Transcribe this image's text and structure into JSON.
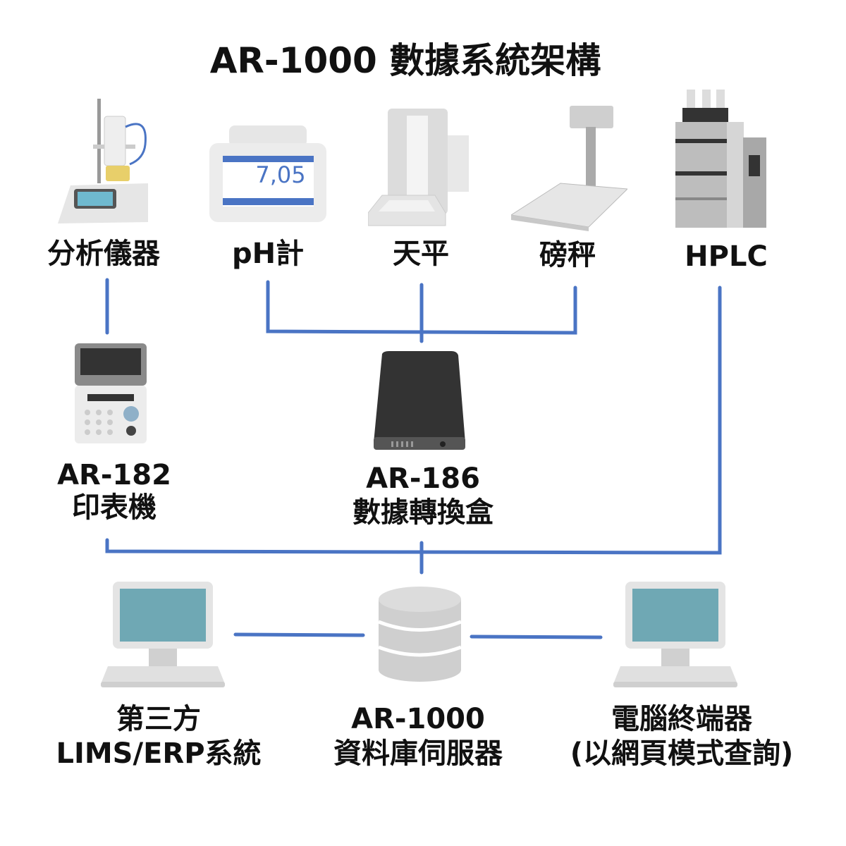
{
  "title": "AR-1000 數據系統架構",
  "colors": {
    "line": "#4a74c4",
    "screen": "#6fa8b4",
    "device_gray": "#d8d8d8",
    "dark_box": "#333333"
  },
  "devices": {
    "analyzer": "分析儀器",
    "ph_meter": "pH計",
    "ph_display": "7,05",
    "balance": "天平",
    "scale": "磅秤",
    "hplc": "HPLC"
  },
  "printer": {
    "model": "AR-182",
    "name": "印表機"
  },
  "converter": {
    "model": "AR-186",
    "name": "數據轉換盒"
  },
  "third_party": {
    "line1": "第三方",
    "line2": "LIMS/ERP系統"
  },
  "server": {
    "model": "AR-1000",
    "name": "資料庫伺服器"
  },
  "terminal": {
    "line1": "電腦終端器",
    "line2": "(以網頁模式查詢)"
  }
}
